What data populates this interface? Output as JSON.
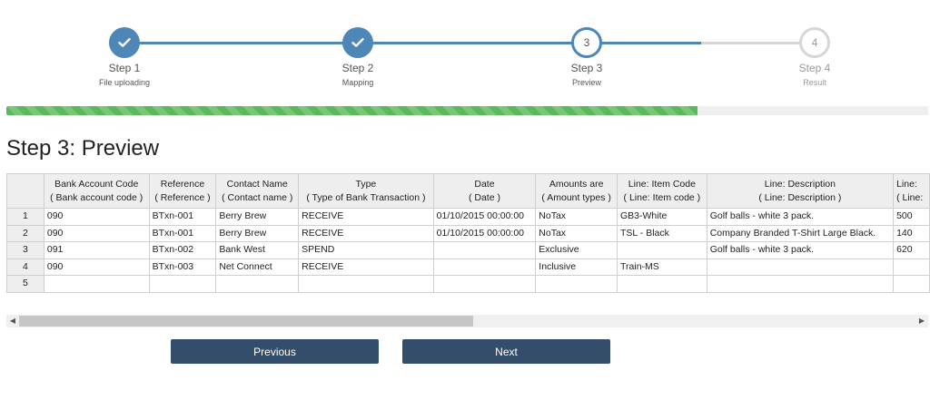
{
  "stepper": {
    "steps": [
      {
        "title": "Step 1",
        "subtitle": "File uploading",
        "number": "1",
        "state": "done"
      },
      {
        "title": "Step 2",
        "subtitle": "Mapping",
        "number": "2",
        "state": "done"
      },
      {
        "title": "Step 3",
        "subtitle": "Preview",
        "number": "3",
        "state": "current"
      },
      {
        "title": "Step 4",
        "subtitle": "Result",
        "number": "4",
        "state": "todo"
      }
    ]
  },
  "progress": {
    "percent": 75
  },
  "page": {
    "title": "Step 3: Preview"
  },
  "grid": {
    "columns": [
      {
        "name": "Bank Account Code",
        "field": "( Bank account code )"
      },
      {
        "name": "Reference",
        "field": "( Reference )"
      },
      {
        "name": "Contact Name",
        "field": "( Contact name )"
      },
      {
        "name": "Type",
        "field": "( Type of Bank Transaction )"
      },
      {
        "name": "Date",
        "field": "( Date )"
      },
      {
        "name": "Amounts are",
        "field": "( Amount types )"
      },
      {
        "name": "Line: Item Code",
        "field": "( Line: Item code )"
      },
      {
        "name": "Line: Description",
        "field": "( Line: Description )"
      },
      {
        "name": "Line:",
        "field": "( Line:"
      }
    ],
    "rows": [
      {
        "num": "1",
        "cells": [
          "090",
          "BTxn-001",
          "Berry Brew",
          "RECEIVE",
          "01/10/2015 00:00:00",
          "NoTax",
          "GB3-White",
          "Golf balls - white 3 pack.",
          "500"
        ]
      },
      {
        "num": "2",
        "cells": [
          "090",
          "BTxn-001",
          "Berry Brew",
          "RECEIVE",
          "01/10/2015 00:00:00",
          "NoTax",
          "TSL - Black",
          "Company Branded T-Shirt Large Black.",
          "140"
        ]
      },
      {
        "num": "3",
        "cells": [
          "091",
          "BTxn-002",
          "Bank West",
          "SPEND",
          "",
          "Exclusive",
          "",
          "Golf balls - white 3 pack.",
          "620"
        ]
      },
      {
        "num": "4",
        "cells": [
          "090",
          "BTxn-003",
          "Net Connect",
          "RECEIVE",
          "",
          "Inclusive",
          "Train-MS",
          "",
          ""
        ]
      },
      {
        "num": "5",
        "cells": [
          "",
          "",
          "",
          "",
          "",
          "",
          "",
          "",
          ""
        ]
      }
    ]
  },
  "icons": {
    "check": "check-icon",
    "left": "arrow-left-icon",
    "right": "arrow-right-icon"
  },
  "buttons": {
    "previous": "Previous",
    "next": "Next"
  }
}
